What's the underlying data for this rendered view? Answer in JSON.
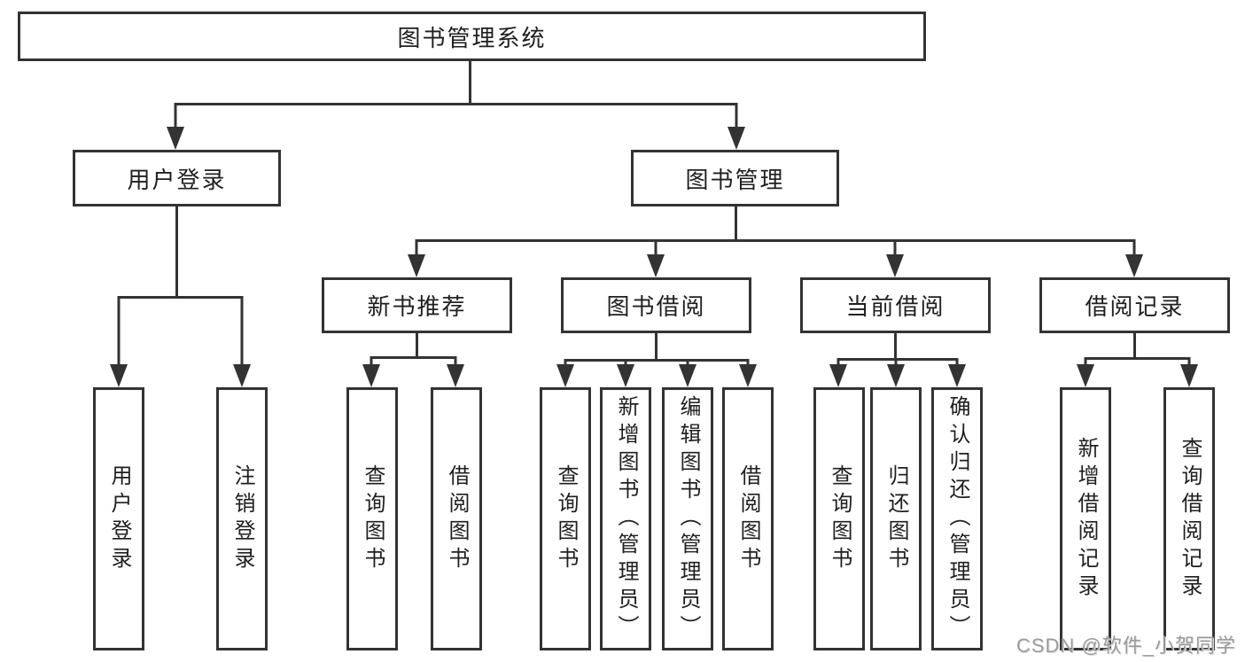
{
  "tree": {
    "root": {
      "label": "图书管理系统"
    },
    "branches": [
      {
        "label": "用户登录",
        "children": [
          {
            "label": "用户登录"
          },
          {
            "label": "注销登录"
          }
        ]
      },
      {
        "label": "图书管理",
        "children": [
          {
            "label": "新书推荐",
            "children": [
              {
                "label": "查询图书"
              },
              {
                "label": "借阅图书"
              }
            ]
          },
          {
            "label": "图书借阅",
            "children": [
              {
                "label": "查询图书"
              },
              {
                "label": "新增图书（管理员）"
              },
              {
                "label": "编辑图书（管理员）"
              },
              {
                "label": "借阅图书"
              }
            ]
          },
          {
            "label": "当前借阅",
            "children": [
              {
                "label": "查询图书"
              },
              {
                "label": "归还图书"
              },
              {
                "label": "确认归还（管理员）"
              }
            ]
          },
          {
            "label": "借阅记录",
            "children": [
              {
                "label": "新增借阅记录"
              },
              {
                "label": "查询借阅记录"
              }
            ]
          }
        ]
      }
    ]
  },
  "watermark": {
    "text": "CSDN @软件_小贺同学"
  },
  "colors": {
    "line": "#333333",
    "box_border": "#333333",
    "text": "#1f1f1f",
    "watermark": "#9b9b9b",
    "background": "#ffffff"
  }
}
